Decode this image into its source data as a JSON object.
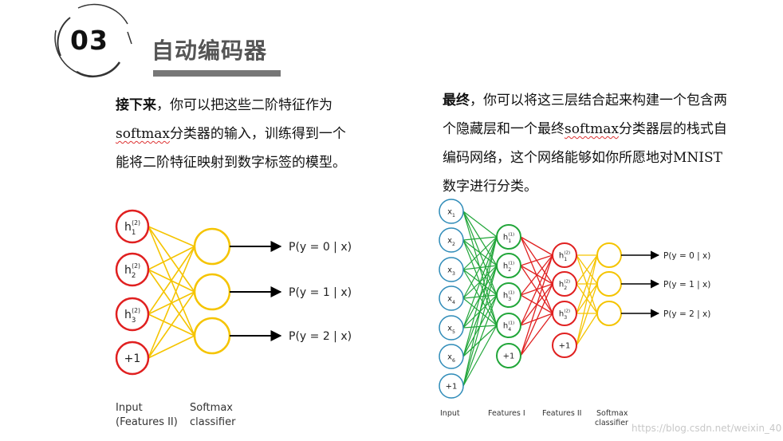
{
  "section": {
    "number": "03",
    "title": "自动编码器"
  },
  "left_text": {
    "bold": "接下来",
    "segments": [
      "，你可以把这些二阶特征作为",
      "softmax",
      "分类器的输入，训练得到一个能将二阶特征映射到数字标签的模型。"
    ]
  },
  "right_text": {
    "bold": "最终",
    "segments": [
      "，你可以将这三层结合起来构建一个包含两个隐藏层和一个最终",
      "softmax",
      "分类器层的栈式自编码网络，这个网络能够如你所愿地对MNIST数字进行分类。"
    ]
  },
  "left_diagram": {
    "hidden_units": [
      {
        "base": "h",
        "sub": "1",
        "sup": "(2)"
      },
      {
        "base": "h",
        "sub": "2",
        "sup": "(2)"
      },
      {
        "base": "h",
        "sub": "3",
        "sup": "(2)"
      },
      {
        "base": "+1",
        "sub": "",
        "sup": ""
      }
    ],
    "outputs": [
      "P(y = 0 | x)",
      "P(y = 1 | x)",
      "P(y = 2 | x)"
    ],
    "input_label_1": "Input",
    "input_label_2": "(Features II)",
    "softmax_label_1": "Softmax",
    "softmax_label_2": "classifier",
    "colors": {
      "hidden": "#e02020",
      "softmax": "#f5c400",
      "edges": "#f5c400",
      "arrows": "#000000"
    }
  },
  "right_diagram": {
    "inputs": [
      {
        "base": "x",
        "sub": "1"
      },
      {
        "base": "x",
        "sub": "2"
      },
      {
        "base": "x",
        "sub": "3"
      },
      {
        "base": "x",
        "sub": "4"
      },
      {
        "base": "x",
        "sub": "5"
      },
      {
        "base": "x",
        "sub": "6"
      },
      {
        "base": "+1",
        "sub": ""
      }
    ],
    "features1": [
      {
        "base": "h",
        "sub": "1",
        "sup": "(1)"
      },
      {
        "base": "h",
        "sub": "2",
        "sup": "(1)"
      },
      {
        "base": "h",
        "sub": "3",
        "sup": "(1)"
      },
      {
        "base": "h",
        "sub": "4",
        "sup": "(1)"
      },
      {
        "base": "+1",
        "sub": "",
        "sup": ""
      }
    ],
    "features2": [
      {
        "base": "h",
        "sub": "1",
        "sup": "(2)"
      },
      {
        "base": "h",
        "sub": "2",
        "sup": "(2)"
      },
      {
        "base": "h",
        "sub": "3",
        "sup": "(2)"
      },
      {
        "base": "+1",
        "sub": "",
        "sup": ""
      }
    ],
    "outputs": [
      "P(y = 0 | x)",
      "P(y = 1 | x)",
      "P(y = 2 | x)"
    ],
    "layer_labels": [
      "Input",
      "Features I",
      "Features II",
      "Softmax",
      "classifier"
    ],
    "colors": {
      "input": "#2e8bb8",
      "features1": "#22a63a",
      "features2": "#e02020",
      "softmax": "#f5c400",
      "edges1": "#22a63a",
      "edges2": "#e02020",
      "edges3": "#f5c400"
    }
  },
  "watermark": "https://blog.csdn.net/weixin_40"
}
